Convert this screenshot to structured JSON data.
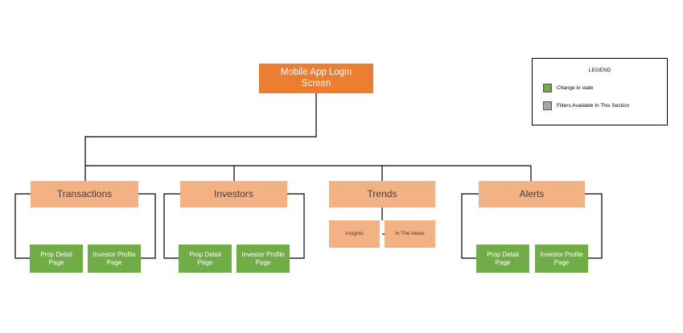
{
  "colors": {
    "root": "#ed7d31",
    "section": "#f4b183",
    "state_change": "#70ad47",
    "filters": "#a6a6a6"
  },
  "root": {
    "label": "Mobile App Login Screen"
  },
  "sections": [
    {
      "label": "Transactions",
      "children": [
        "Prop Detail Page",
        "Investor Profile Page"
      ]
    },
    {
      "label": "Investors",
      "children": [
        "Prop Detail Page",
        "Investor Profile Page"
      ]
    },
    {
      "label": "Trends",
      "children": [
        "Insights",
        "In The News"
      ]
    },
    {
      "label": "Alerts",
      "children": [
        "Prop Detail Page",
        "Investor Profile Page"
      ]
    }
  ],
  "legend": {
    "title": "LEGEND",
    "items": [
      {
        "label": "Change in state",
        "color": "#70ad47"
      },
      {
        "label": "Filters Available In This Section",
        "color": "#a6a6a6"
      }
    ]
  }
}
